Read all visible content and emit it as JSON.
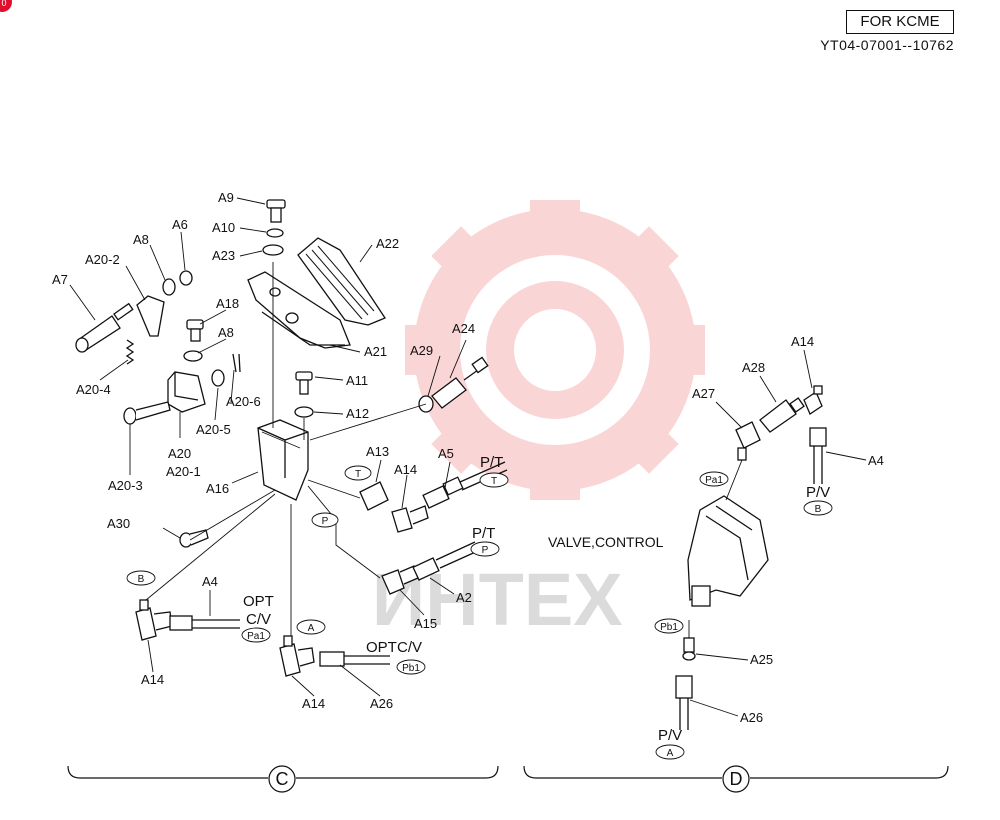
{
  "header": {
    "market_box": "FOR KCME",
    "serial_range": "YT04-07001--10762"
  },
  "corner_badge": "0",
  "watermark": {
    "text": "ИHTEX",
    "color": "#f4a7a7"
  },
  "section_c": {
    "symbol": "C"
  },
  "section_d": {
    "symbol": "D",
    "title": "VALVE,CONTROL"
  },
  "part_labels": {
    "a9": "A9",
    "a10": "A10",
    "a23": "A23",
    "a6": "A6",
    "a8_top": "A8",
    "a20_2": "A20-2",
    "a7": "A7",
    "a18": "A18",
    "a8_mid": "A8",
    "a20_4": "A20-4",
    "a20_6": "A20-6",
    "a20_5": "A20-5",
    "a20": "A20",
    "a20_1": "A20-1",
    "a20_3": "A20-3",
    "a22": "A22",
    "a21": "A21",
    "a24": "A24",
    "a29": "A29",
    "a11": "A11",
    "a12": "A12",
    "a13": "A13",
    "a14_c1": "A14",
    "a5": "A5",
    "a16": "A16",
    "a30": "A30",
    "a2": "A2",
    "a15": "A15",
    "a4_c": "A4",
    "a14_c2": "A14",
    "a14_c3": "A14",
    "a26_c": "A26",
    "a14_d": "A14",
    "a28": "A28",
    "a27": "A27",
    "a4_d": "A4",
    "a25": "A25",
    "a26_d": "A26"
  },
  "port_labels": {
    "t_small": "T",
    "p_small": "P",
    "b_c": "B",
    "a_c": "A",
    "pt_t": "P/T",
    "pt_t_tag": "T",
    "pt_p": "P/T",
    "pt_p_tag": "P",
    "opt_cv_1": "OPT",
    "opt_cv_1b": "C/V",
    "opt_cv_1_tag": "Pa1",
    "opt_cv_2": "OPT",
    "opt_cv_2b": "C/V",
    "opt_cv_2_tag": "Pb1",
    "pa1_d": "Pa1",
    "pb1_d": "Pb1",
    "pv_b": "P/V",
    "pv_b_tag": "B",
    "pv_a": "P/V",
    "pv_a_tag": "A"
  }
}
